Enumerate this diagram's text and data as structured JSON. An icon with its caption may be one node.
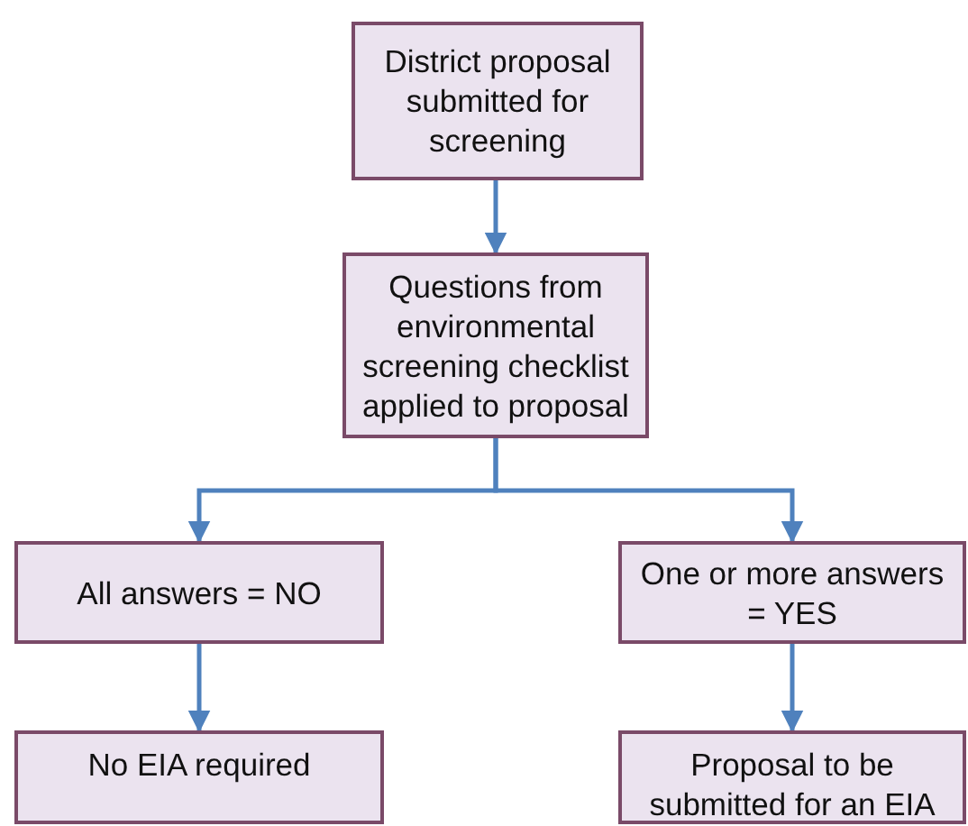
{
  "diagram": {
    "nodes": [
      {
        "text": [
          "District proposal submitted for screening"
        ]
      },
      {
        "text": [
          "Questions from environmental screening checklist applied to proposal"
        ]
      },
      {
        "text": [
          "All answers = NO"
        ]
      },
      {
        "text": [
          "One or more answers = YES"
        ]
      },
      {
        "text": [
          "No EIA required"
        ]
      },
      {
        "text": [
          "Proposal to be submitted for an EIA"
        ]
      }
    ],
    "edges": [
      {
        "from": 0,
        "to": 1,
        "arrow": "to"
      },
      {
        "from": 1,
        "to": 2,
        "arrow": "to"
      },
      {
        "from": 1,
        "to": 3,
        "arrow": "to"
      },
      {
        "from": 2,
        "to": 4,
        "arrow": "to"
      },
      {
        "from": 3,
        "to": 5,
        "arrow": "to"
      }
    ]
  }
}
